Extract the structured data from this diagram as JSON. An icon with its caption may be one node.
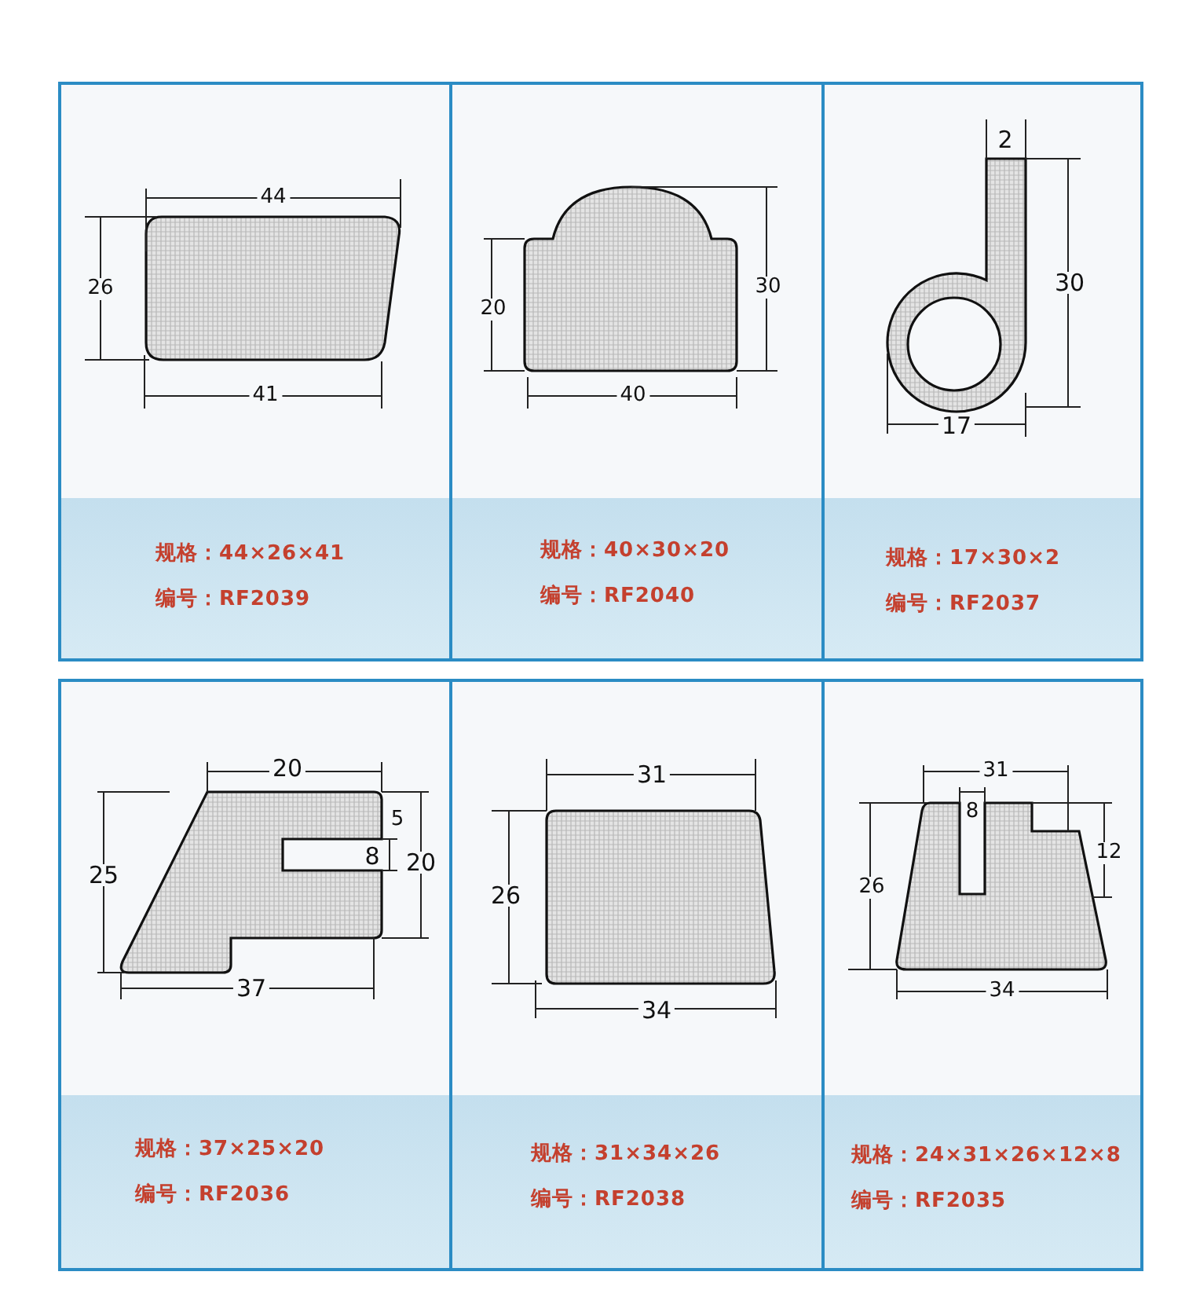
{
  "diagram": {
    "nodes": [
      {
        "text": [
          "规格：44×26×41",
          "编号：RF2039"
        ]
      },
      {
        "text": [
          "规格：40×30×20",
          "编号：RF2040"
        ]
      },
      {
        "text": [
          "规格：17×30×2",
          "编号：RF2037"
        ]
      },
      {
        "text": [
          "规格：37×25×20",
          "编号：RF2036"
        ]
      },
      {
        "text": [
          "规格：31×34×26",
          "编号：RF2038"
        ]
      },
      {
        "text": [
          "规格：24×31×26×12×8",
          "编号：RF2035"
        ]
      }
    ],
    "labels": [
      "44",
      "26",
      "41",
      "20",
      "30",
      "40",
      "2",
      "30",
      "17",
      "20",
      "5",
      "25",
      "8",
      "20",
      "37",
      "31",
      "26",
      "34",
      "31",
      "8",
      "26",
      "12",
      "34"
    ]
  }
}
